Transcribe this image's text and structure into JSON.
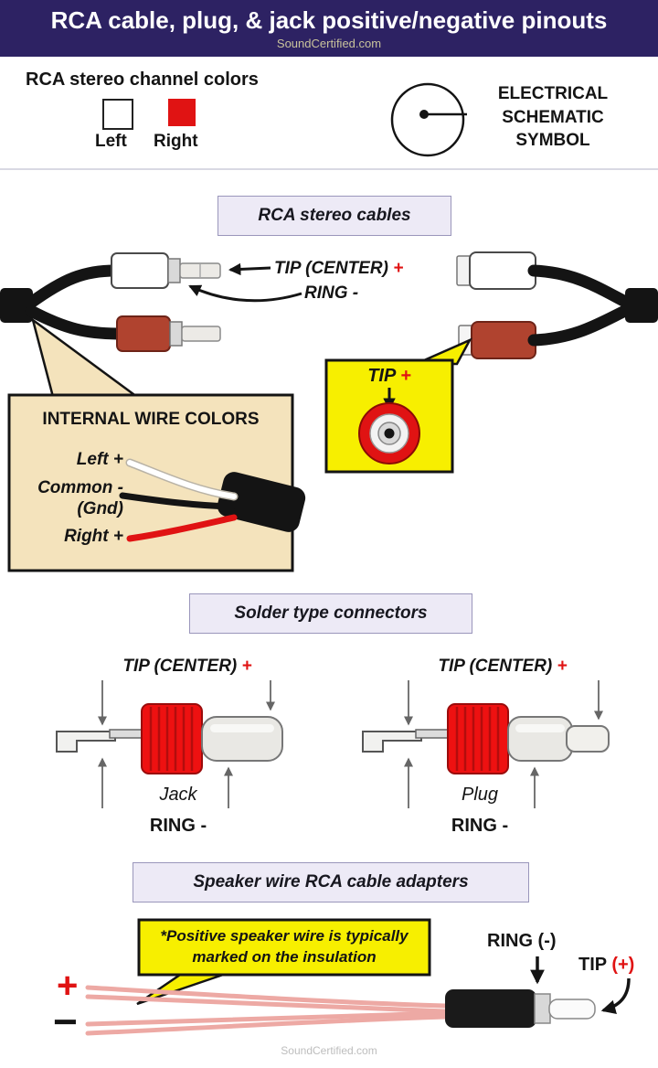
{
  "colors": {
    "header_bg": "#2d2263",
    "accent_red": "#e01313",
    "callout_yellow": "#f7ef00",
    "callout_beige": "#f4e3bc",
    "plug_red_body": "#b0432f",
    "solder_knurl_red": "#ee1111",
    "speaker_wire_pink": "#eda9a4",
    "section_box_bg": "#edeaf6"
  },
  "header": {
    "title": "RCA cable, plug, & jack positive/negative pinouts",
    "subtitle": "SoundCertified.com"
  },
  "legend": {
    "heading": "RCA stereo channel colors",
    "left_label": "Left",
    "right_label": "Right"
  },
  "schematic": {
    "label": "ELECTRICAL\nSCHEMATIC\nSYMBOL"
  },
  "sections": {
    "cables_title": "RCA stereo cables",
    "solder_title": "Solder type connectors",
    "adapters_title": "Speaker wire RCA cable adapters"
  },
  "cables": {
    "tip_label": "TIP (CENTER)",
    "tip_plus": "+",
    "ring_label": "RING -",
    "tip_callout_label": "TIP",
    "tip_callout_plus": "+",
    "internal_heading": "INTERNAL WIRE COLORS",
    "wire_left": "Left +",
    "wire_common": "Common -\n(Gnd)",
    "wire_right": "Right +"
  },
  "solder": {
    "jack_tip_label": "TIP (CENTER)",
    "jack_tip_plus": "+",
    "jack_name": "Jack",
    "jack_ring_label": "RING -",
    "plug_tip_label": "TIP (CENTER)",
    "plug_tip_plus": "+",
    "plug_name": "Plug",
    "plug_ring_label": "RING -"
  },
  "adapters": {
    "note": "*Positive speaker wire is typically\nmarked on the insulation",
    "ring_label": "RING (-)",
    "tip_label": "TIP",
    "tip_plus": "(+)",
    "plus_sign": "+",
    "minus_sign": "−"
  },
  "footer": {
    "text": "SoundCertified.com"
  }
}
